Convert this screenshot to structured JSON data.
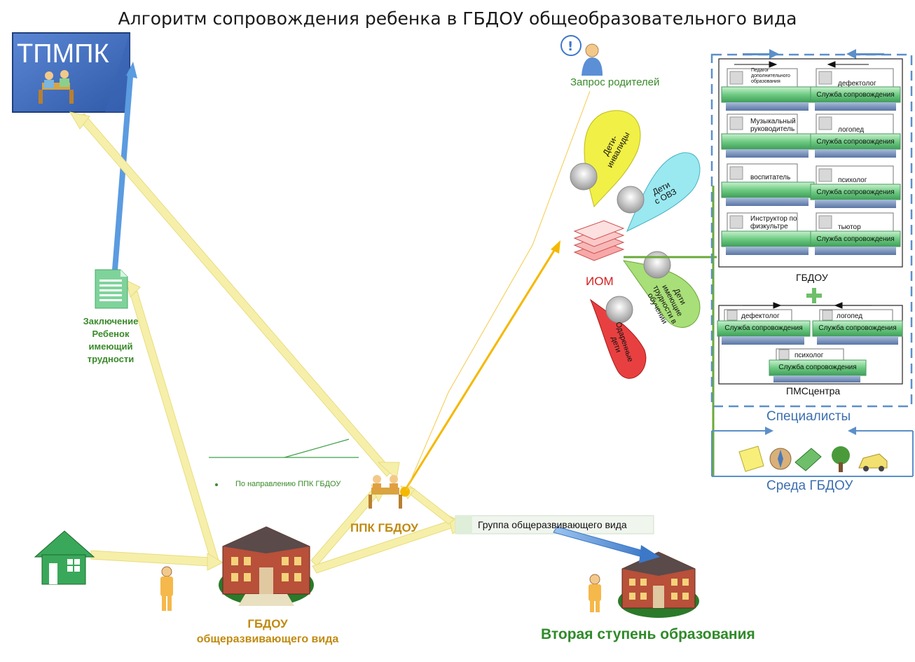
{
  "title": "Алгоритм сопровождения ребенка в ГБДОУ общеобразовательного вида",
  "tpmpk": {
    "label": "ТПМПК"
  },
  "conclusion": {
    "lines": [
      "Заключение",
      "Ребенок",
      "имеющий",
      "трудности"
    ]
  },
  "parents_request": "Запрос родителей",
  "iom": "ИОМ",
  "categories": {
    "disabled": [
      "Дети-",
      "инвалиды"
    ],
    "ovz": [
      "Дети",
      "с ОВЗ"
    ],
    "difficulties": [
      "Дети",
      "имеющие",
      "трудности в",
      "обучении"
    ],
    "gifted": [
      "Одаренные",
      "дети"
    ]
  },
  "gbdou_block": {
    "label": "ГБДОУ",
    "specialists": [
      {
        "name": "Педагог дополнительного образования"
      },
      {
        "name": "дефектолог",
        "service": "Служба сопровождения"
      },
      {
        "name": "Музыкальный руководитель"
      },
      {
        "name": "логопед",
        "service": "Служба сопровождения"
      },
      {
        "name": "воспитатель"
      },
      {
        "name": "психолог",
        "service": "Служба сопровождения"
      },
      {
        "name": "Инструктор по физкультре"
      },
      {
        "name": "тьютор",
        "service": "Служба сопровождения"
      }
    ]
  },
  "plus": "+",
  "pms_block": {
    "label": "ПМСцентра",
    "specialists": [
      {
        "name": "дефектолог",
        "service": "Служба сопровождения"
      },
      {
        "name": "логопед",
        "service": "Служба сопровождения"
      },
      {
        "name": "психолог",
        "service": "Служба сопровождения"
      }
    ]
  },
  "specialists_label": "Специалисты",
  "environment_label": "Среда ГБДОУ",
  "ppk_direction": "По направлению ППК ГБДОУ",
  "ppk_label": "ППК ГБДОУ",
  "group_label": "Группа общеразвивающего вида",
  "gbdou_main": {
    "line1": "ГБДОУ",
    "line2": "общеразвивающего вида"
  },
  "second_stage": "Вторая ступень образования",
  "colors": {
    "tpmpk": "#4472c4",
    "arrow_yellow": "#f3eba0",
    "arrow_orange": "#f5b800",
    "dashed_blue": "#5b8fc9",
    "specialists_text": "#3d6fb0",
    "green_bar": "#7fcf90",
    "iom_red": "#d42020"
  }
}
